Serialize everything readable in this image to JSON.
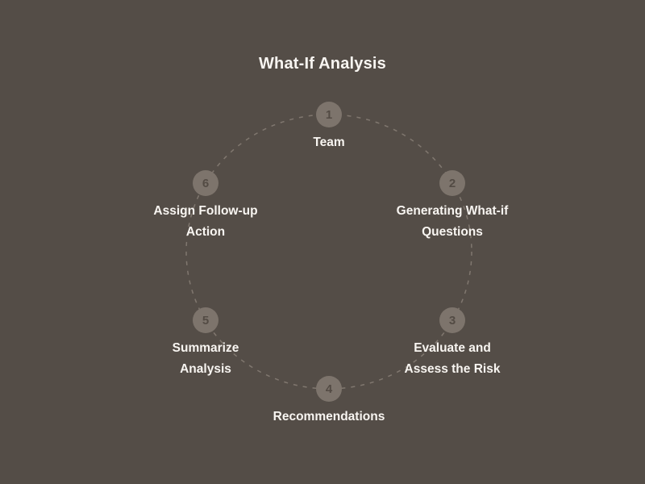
{
  "title": "What-If Analysis",
  "colors": {
    "background": "#544d47",
    "node_circle_fill": "#7d746c",
    "node_number": "#534b44",
    "label_text": "#f8f5f1",
    "dashed_ring": "#8b8279"
  },
  "diagram": {
    "type": "circular-process",
    "node_count": 6
  },
  "nodes": [
    {
      "number": "1",
      "lines": [
        "Team",
        ""
      ]
    },
    {
      "number": "2",
      "lines": [
        "Generating What-if",
        "Questions"
      ]
    },
    {
      "number": "3",
      "lines": [
        "Evaluate and",
        "Assess the Risk"
      ]
    },
    {
      "number": "4",
      "lines": [
        "Recommendations",
        ""
      ]
    },
    {
      "number": "5",
      "lines": [
        "Summarize",
        "Analysis"
      ]
    },
    {
      "number": "6",
      "lines": [
        "Assign Follow-up",
        "Action"
      ]
    }
  ]
}
